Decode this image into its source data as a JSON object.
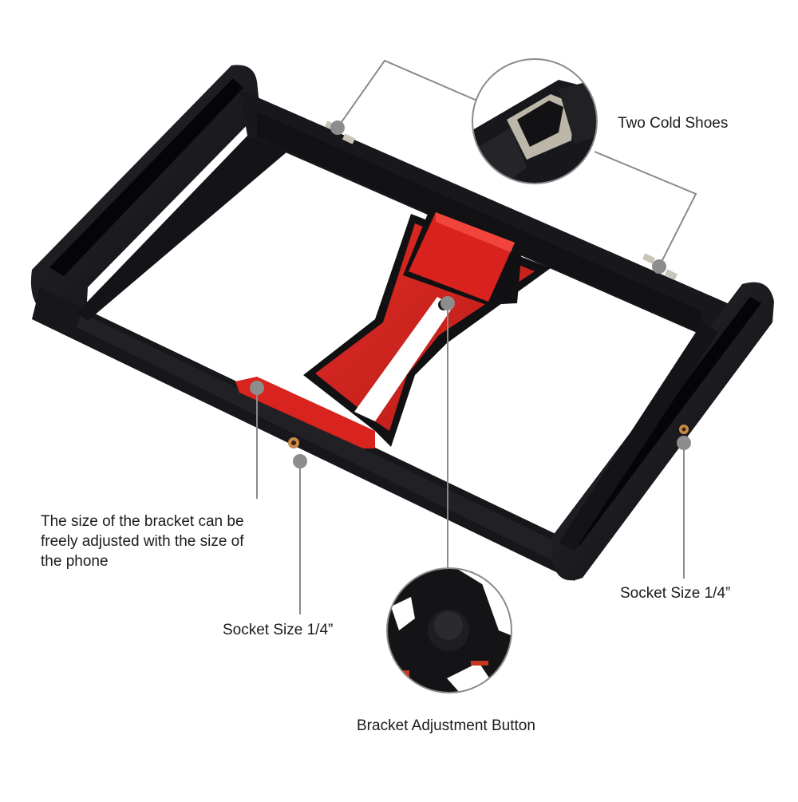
{
  "figure": {
    "product": "Handheld smartphone video rig / bracket",
    "colors": {
      "frame": "#151518",
      "frame_edge": "#2c2c31",
      "clamp": "#d7241f",
      "clamp_dark": "#a81a16",
      "callout_line": "#8a8a8a",
      "callout_dot": "#8d8d8d",
      "socket_brass": "#c98a4a",
      "cold_shoe_metal": "#bdb7aa",
      "background": "#ffffff"
    }
  },
  "callouts": [
    {
      "id": "cold-shoes",
      "label": "Two Cold Shoes",
      "detail_inset": "cold-shoe close-up"
    },
    {
      "id": "bracket-size",
      "label_lines": [
        "The size of the bracket can be",
        "freely adjusted with the size of",
        "the phone"
      ]
    },
    {
      "id": "socket-bottom",
      "label": "Socket Size 1/4”"
    },
    {
      "id": "socket-right",
      "label": "Socket Size 1/4”"
    },
    {
      "id": "adjust-button",
      "label": "Bracket Adjustment Button",
      "detail_inset": "adjustment knob close-up"
    }
  ]
}
